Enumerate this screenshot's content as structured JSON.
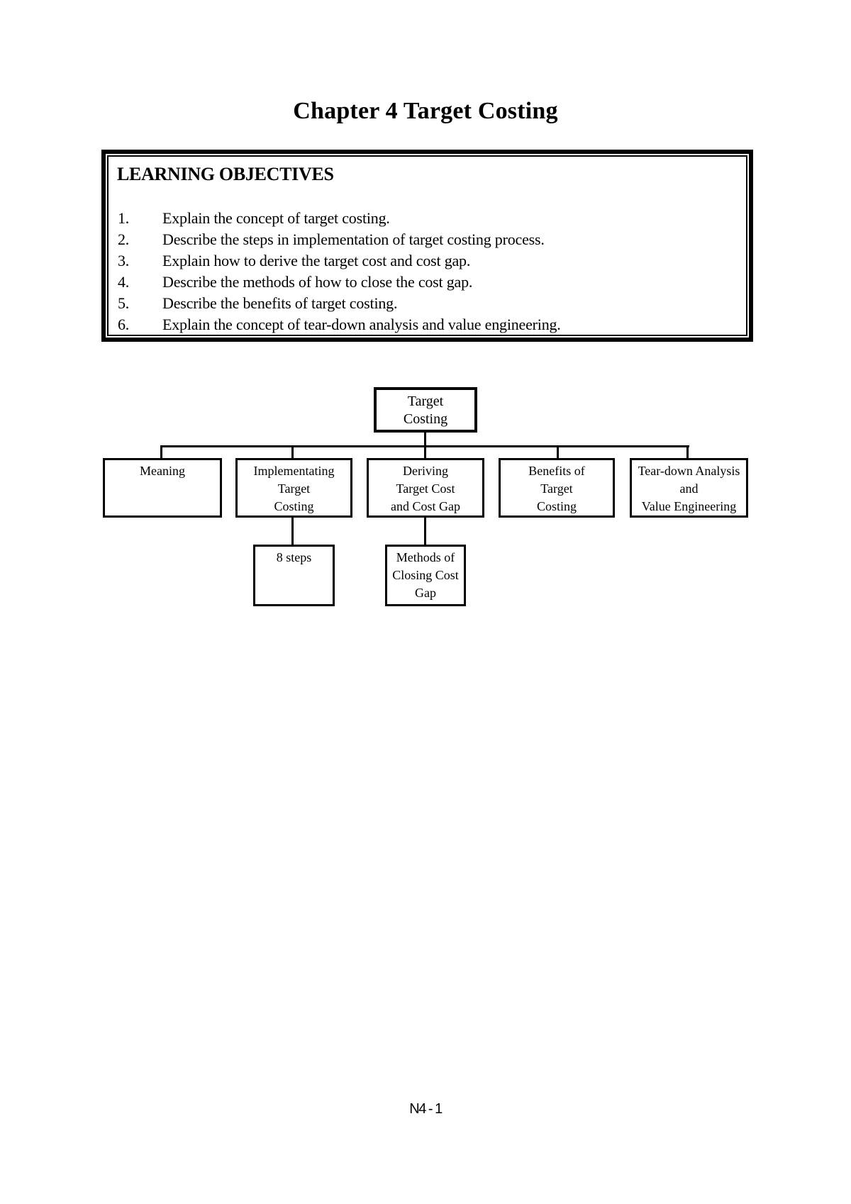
{
  "page": {
    "title": "Chapter 4 Target Costing",
    "footer": "N4 - 1"
  },
  "objectives": {
    "heading": "LEARNING OBJECTIVES",
    "items": [
      {
        "num": "1.",
        "text": "Explain the concept of target costing."
      },
      {
        "num": "2.",
        "text": "Describe the steps in implementation of target costing process."
      },
      {
        "num": "3.",
        "text": "Explain how to derive the target cost and cost gap."
      },
      {
        "num": "4.",
        "text": "Describe the methods of how to close the cost gap."
      },
      {
        "num": "5.",
        "text": "Describe the benefits of target costing."
      },
      {
        "num": "6.",
        "text": "Explain the concept of tear-down analysis and value engineering."
      }
    ]
  },
  "diagram": {
    "root": {
      "label": "Target\nCosting"
    },
    "children": [
      {
        "label": "Meaning"
      },
      {
        "label": "Implementating\nTarget\nCosting"
      },
      {
        "label": "Deriving\nTarget Cost\nand Cost Gap"
      },
      {
        "label": "Benefits of\nTarget\nCosting"
      },
      {
        "label": "Tear-down Analysis\nand\nValue Engineering"
      }
    ],
    "subnodes": [
      {
        "label": "8 steps"
      },
      {
        "label": "Methods of\nClosing Cost\nGap"
      }
    ]
  }
}
